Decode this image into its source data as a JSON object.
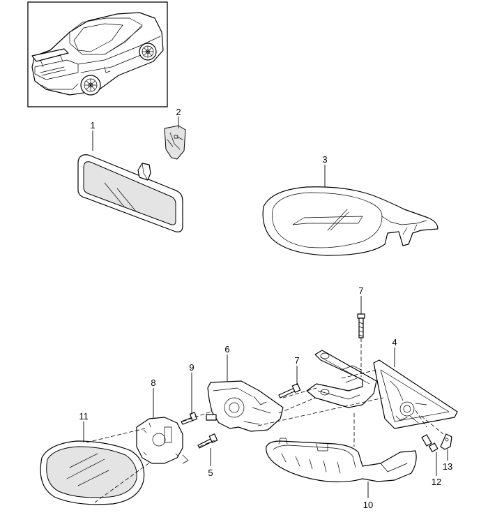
{
  "callouts": [
    {
      "id": "c1",
      "label": "1"
    },
    {
      "id": "c2",
      "label": "2"
    },
    {
      "id": "c3",
      "label": "3"
    },
    {
      "id": "c4",
      "label": "4"
    },
    {
      "id": "c5",
      "label": "5"
    },
    {
      "id": "c6",
      "label": "6"
    },
    {
      "id": "c7a",
      "label": "7"
    },
    {
      "id": "c7b",
      "label": "7"
    },
    {
      "id": "c8",
      "label": "8"
    },
    {
      "id": "c9",
      "label": "9"
    },
    {
      "id": "c10",
      "label": "10"
    },
    {
      "id": "c11",
      "label": "11"
    },
    {
      "id": "c12",
      "label": "12"
    },
    {
      "id": "c13",
      "label": "13"
    }
  ],
  "colors": {
    "line": "#000000",
    "background": "#ffffff",
    "shade": "#e4e4e4"
  }
}
